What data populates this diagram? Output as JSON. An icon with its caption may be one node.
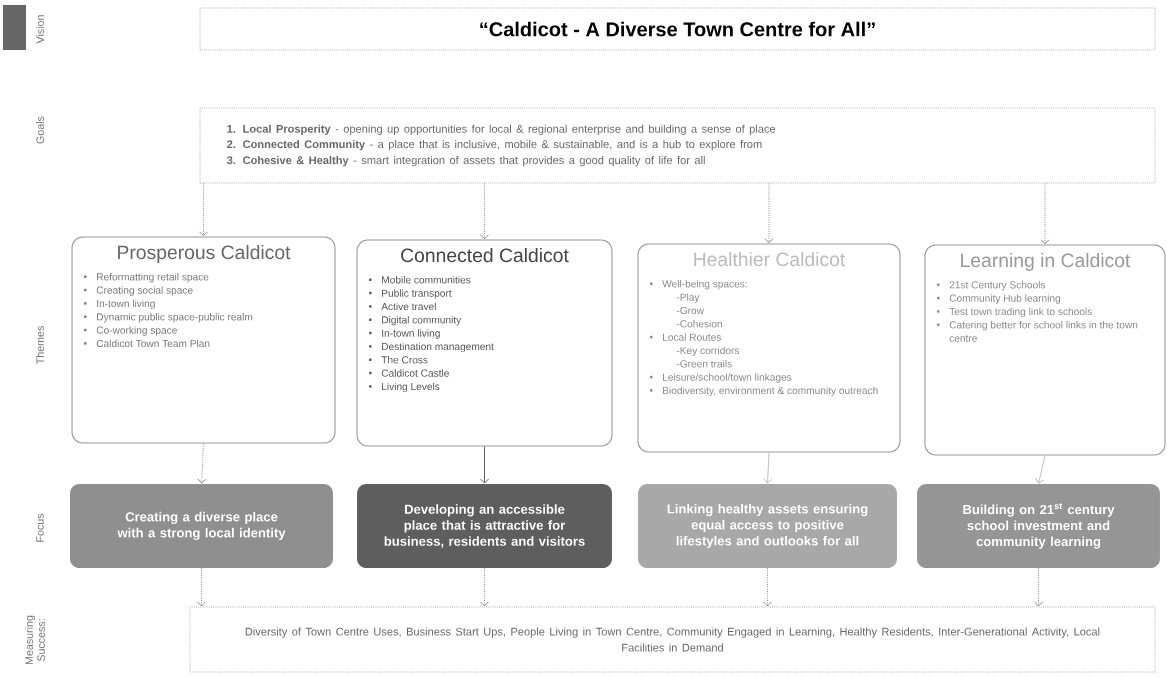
{
  "diagram": {
    "nodes": [
      {
        "text": [
          "“Caldicot - A Diverse Town Centre for All”"
        ]
      },
      {
        "text": [
          "**1. Local Prosperity** - opening up opportunities for local & regional enterprise and building a sense of place",
          "**2. Connected Community** - a place that is inclusive, mobile & sustainable, and is a hub to explore from",
          "**3. Cohesive & Healthy** - smart integration of assets that provides a good quality of life for all"
        ]
      },
      {
        "text": [
          "Prosperous Caldicot",
          "Reformatting retail space",
          "Creating social space",
          "In-town living",
          "Dynamic public space-public realm",
          "Co-working space",
          "Caldicot Town Team Plan"
        ]
      },
      {
        "text": [
          "Connected Caldicot",
          "Mobile communities",
          "Public transport",
          "Active travel",
          "Digital community",
          "In-town living",
          "Destination management",
          "The Cross",
          "Caldicot Castle",
          "Living Levels"
        ]
      },
      {
        "text": [
          "Healthier Caldicot",
          "Well-being spaces:",
          "-Play",
          "-Grow",
          "-Cohesion",
          "Local Routes",
          "-Key corridors",
          "-Green trails",
          "Leisure/school/town linkages",
          "Biodiversity, environment & community outreach"
        ]
      },
      {
        "text": [
          "Learning in Caldicot",
          "21st Century Schools",
          "Community Hub learning",
          "Test town trading link to schools",
          "Catering better for school links in the town centre"
        ]
      },
      {
        "text": [
          "Creating a diverse place with a strong local identity"
        ]
      },
      {
        "text": [
          "Developing an accessible place that is attractive for business, residents and visitors"
        ]
      },
      {
        "text": [
          "Linking healthy assets ensuring equal access to positive lifestyles and outlooks for all"
        ]
      },
      {
        "text": [
          "Building on 21$^{st}$ century school investment and community learning"
        ]
      },
      {
        "text": [
          "Diversity of Town Centre Uses, Business Start Ups, People Living in Town Centre, Community Engaged in Learning, Healthy Residents, Inter-Generational Activity, Local Facilities in Demand"
        ]
      }
    ],
    "edges": [
      {
        "from": 1,
        "to": 2,
        "arrow": "to",
        "style": "dashed"
      },
      {
        "from": 1,
        "to": 3,
        "arrow": "to",
        "style": "dashed"
      },
      {
        "from": 1,
        "to": 4,
        "arrow": "to",
        "style": "dashed"
      },
      {
        "from": 1,
        "to": 5,
        "arrow": "to",
        "style": "dashed"
      },
      {
        "from": 2,
        "to": 6,
        "arrow": "to",
        "style": "dashed"
      },
      {
        "from": 3,
        "to": 7,
        "arrow": "to",
        "color": "#555555"
      },
      {
        "from": 4,
        "to": 8,
        "arrow": "to",
        "color": "#bbbbbb"
      },
      {
        "from": 5,
        "to": 9,
        "arrow": "to",
        "color": "#bbbbbb"
      },
      {
        "from": 6,
        "to": 10,
        "arrow": "to",
        "style": "dashed"
      },
      {
        "from": 7,
        "to": 10,
        "arrow": "to",
        "style": "dashed"
      },
      {
        "from": 8,
        "to": 10,
        "arrow": "to",
        "style": "dashed"
      },
      {
        "from": 9,
        "to": 10,
        "arrow": "to",
        "style": "dashed"
      }
    ],
    "labels": [
      "Vision",
      "Goals",
      "Themes",
      "Focus",
      "Measuring Success:"
    ]
  }
}
